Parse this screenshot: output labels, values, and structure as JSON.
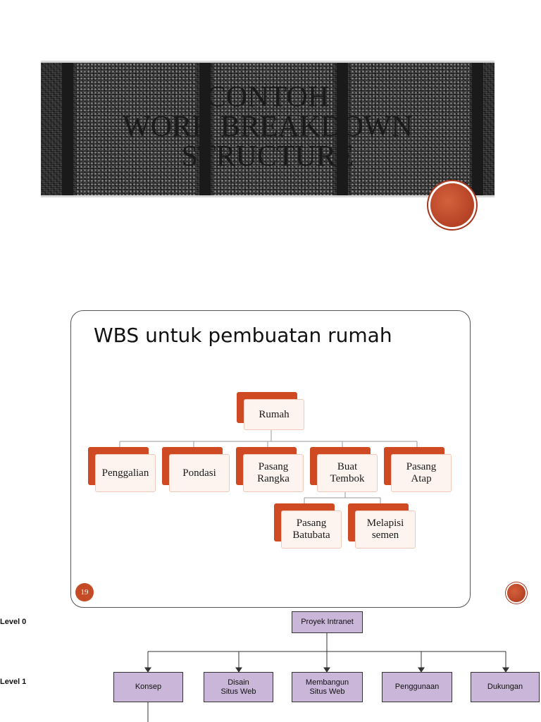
{
  "banner": {
    "title_lines": [
      "Contoh",
      "Work Breakdown",
      "Structure"
    ]
  },
  "slide": {
    "title": "WBS untuk pembuatan rumah",
    "slide_number": "19",
    "root": "Rumah",
    "level1": [
      "Penggalian",
      "Pondasi",
      "Pasang\nRangka",
      "Buat\nTembok",
      "Pasang\nAtap"
    ],
    "level2": [
      "Pasang\nBatubata",
      "Melapisi\nsemen"
    ]
  },
  "intranet": {
    "level0_label": "Level 0",
    "level1_label": "Level 1",
    "root": "Proyek Intranet",
    "children": [
      "Konsep",
      "Disain\nSitus Web",
      "Membangun\nSitus Web",
      "Penggunaan",
      "Dukungan"
    ]
  },
  "colors": {
    "accent": "#cf4a22",
    "node_fill": "#fdf3ef",
    "purple_box": "#c9b6d8"
  }
}
